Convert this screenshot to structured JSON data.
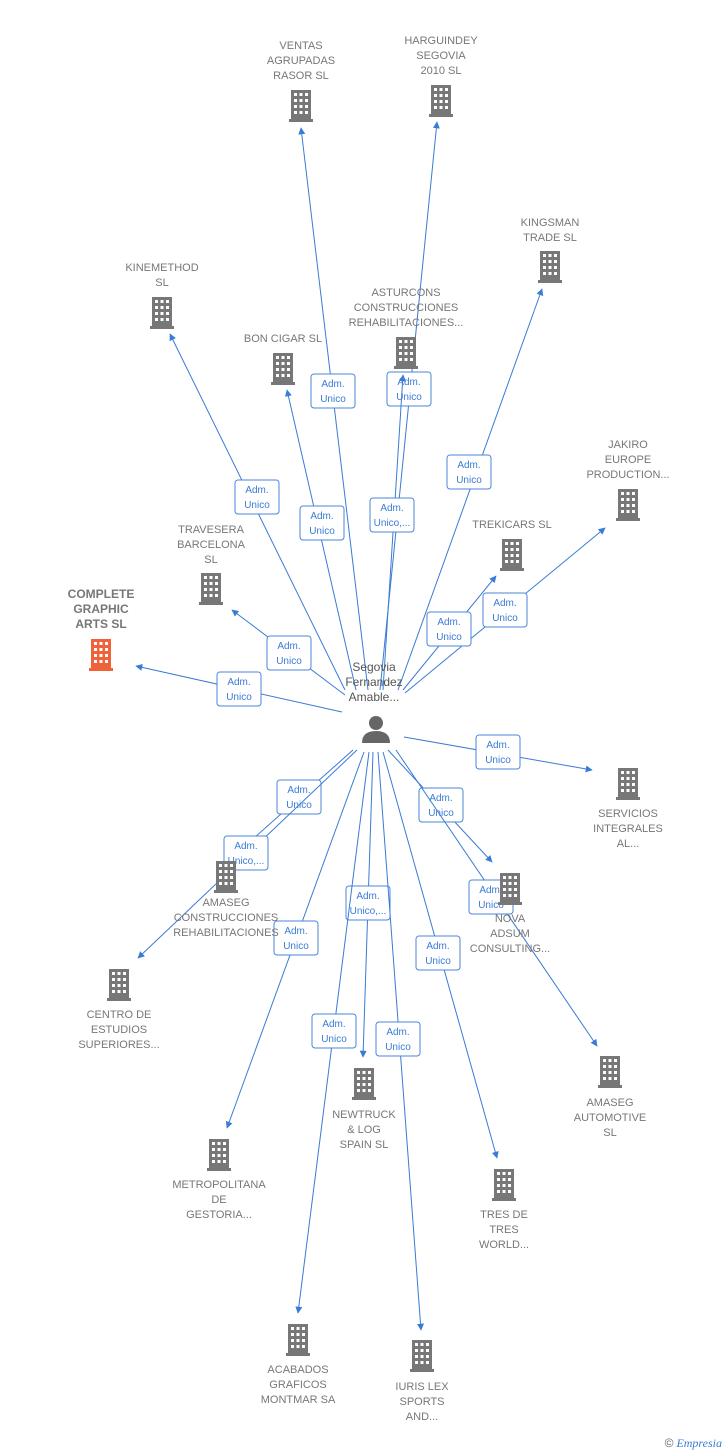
{
  "colors": {
    "edge": "#3a7bd5",
    "building": "#777777",
    "focus_building": "#f0623a",
    "person": "#666666"
  },
  "center": {
    "name_lines": [
      "Segovia",
      "Fernandez",
      "Amable..."
    ]
  },
  "edge_label": {
    "lines": [
      "Adm.",
      "Unico"
    ]
  },
  "edge_label_alt": {
    "lines": [
      "Adm.",
      "Unico,..."
    ]
  },
  "nodes": [
    {
      "id": "ventas",
      "lines": [
        "VENTAS",
        "AGRUPADAS",
        "RASOR SL"
      ],
      "icon": "building-icon",
      "focus": false
    },
    {
      "id": "harguindey",
      "lines": [
        "HARGUINDEY",
        "SEGOVIA",
        "2010 SL"
      ],
      "icon": "building-icon",
      "focus": false
    },
    {
      "id": "kingsman",
      "lines": [
        "KINGSMAN",
        "TRADE  SL"
      ],
      "icon": "building-icon",
      "focus": false
    },
    {
      "id": "kinemethod",
      "lines": [
        "KINEMETHOD",
        "SL"
      ],
      "icon": "building-icon",
      "focus": false
    },
    {
      "id": "asturcons",
      "lines": [
        "ASTURCONS",
        "CONSTRUCCIONES",
        "REHABILITACIONES..."
      ],
      "icon": "building-icon",
      "focus": false
    },
    {
      "id": "boncigar",
      "lines": [
        "BON CIGAR  SL"
      ],
      "icon": "building-icon",
      "focus": false
    },
    {
      "id": "jakiro",
      "lines": [
        "JAKIRO",
        "EUROPE",
        "PRODUCTION..."
      ],
      "icon": "building-icon",
      "focus": false
    },
    {
      "id": "trekicars",
      "lines": [
        "TREKICARS  SL"
      ],
      "icon": "building-icon",
      "focus": false
    },
    {
      "id": "travesera",
      "lines": [
        "TRAVESERA",
        "BARCELONA",
        "SL"
      ],
      "icon": "building-icon",
      "focus": false
    },
    {
      "id": "complete",
      "lines": [
        "COMPLETE",
        "GRAPHIC",
        "ARTS  SL"
      ],
      "icon": "building-icon",
      "focus": true
    },
    {
      "id": "servicios",
      "lines": [
        "SERVICIOS",
        "INTEGRALES",
        "AL..."
      ],
      "icon": "building-icon",
      "focus": false
    },
    {
      "id": "amaseg_c",
      "lines": [
        "AMASEG",
        "CONSTRUCCIONES",
        "REHABILITACIONES"
      ],
      "icon": "building-icon",
      "focus": false
    },
    {
      "id": "nova",
      "lines": [
        "NOVA",
        "ADSUM",
        "CONSULTING..."
      ],
      "icon": "building-icon",
      "focus": false
    },
    {
      "id": "centro",
      "lines": [
        "CENTRO DE",
        "ESTUDIOS",
        "SUPERIORES..."
      ],
      "icon": "building-icon",
      "focus": false
    },
    {
      "id": "amaseg_a",
      "lines": [
        "AMASEG",
        "AUTOMOTIVE",
        "SL"
      ],
      "icon": "building-icon",
      "focus": false
    },
    {
      "id": "newtruck",
      "lines": [
        "NEWTRUCK",
        "& LOG",
        "SPAIN  SL"
      ],
      "icon": "building-icon",
      "focus": false
    },
    {
      "id": "metropolitana",
      "lines": [
        "METROPOLITANA",
        "DE",
        "GESTORIA..."
      ],
      "icon": "building-icon",
      "focus": false
    },
    {
      "id": "tres",
      "lines": [
        "TRES DE",
        "TRES",
        "WORLD..."
      ],
      "icon": "building-icon",
      "focus": false
    },
    {
      "id": "acabados",
      "lines": [
        "ACABADOS",
        "GRAFICOS",
        "MONTMAR SA"
      ],
      "icon": "building-icon",
      "focus": false
    },
    {
      "id": "iuris",
      "lines": [
        "IURIS LEX",
        "SPORTS",
        "AND..."
      ],
      "icon": "building-icon",
      "focus": false
    }
  ],
  "edges": [
    {
      "to": "ventas",
      "label": "edge_label"
    },
    {
      "to": "harguindey",
      "label": "edge_label"
    },
    {
      "to": "kingsman",
      "label": "edge_label"
    },
    {
      "to": "kinemethod",
      "label": "edge_label"
    },
    {
      "to": "asturcons",
      "label": "edge_label_alt"
    },
    {
      "to": "boncigar",
      "label": "edge_label"
    },
    {
      "to": "jakiro",
      "label": "edge_label"
    },
    {
      "to": "trekicars",
      "label": "edge_label"
    },
    {
      "to": "travesera",
      "label": "edge_label"
    },
    {
      "to": "complete",
      "label": "edge_label"
    },
    {
      "to": "servicios",
      "label": "edge_label"
    },
    {
      "to": "amaseg_c",
      "label": "edge_label"
    },
    {
      "to": "nova",
      "label": "edge_label"
    },
    {
      "to": "centro",
      "label": "edge_label_alt"
    },
    {
      "to": "amaseg_a",
      "label": "edge_label"
    },
    {
      "to": "newtruck",
      "label": "edge_label_alt"
    },
    {
      "to": "metropolitana",
      "label": "edge_label"
    },
    {
      "to": "tres",
      "label": "edge_label"
    },
    {
      "to": "acabados",
      "label": "edge_label"
    },
    {
      "to": "iuris",
      "label": "edge_label"
    }
  ],
  "footer": {
    "copyright": "©",
    "brand": "Empresia"
  }
}
